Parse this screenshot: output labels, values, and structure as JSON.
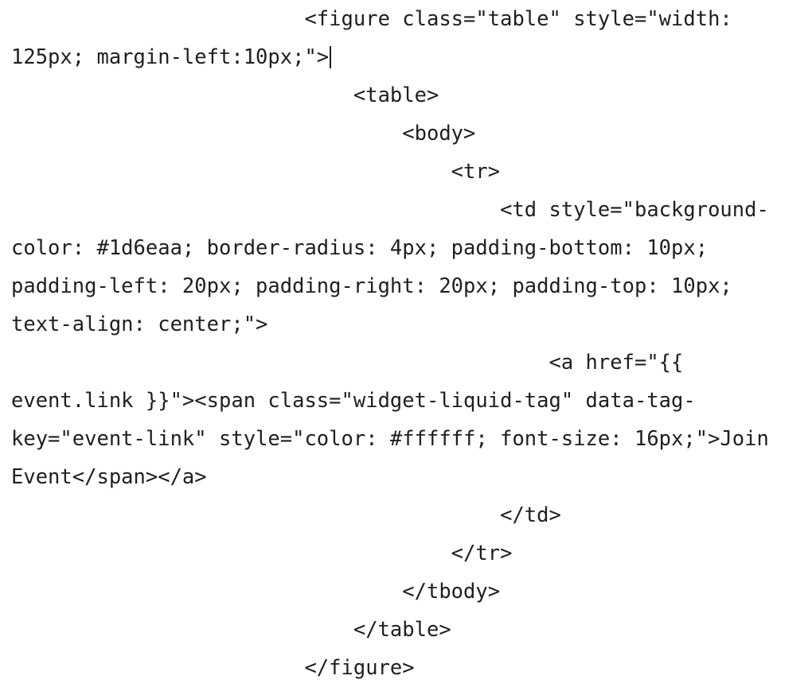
{
  "code_lines": [
    "                        <figure class=\"table\" style=\"width:",
    "125px; margin-left:10px;\">",
    "                            <table>",
    "                                <body>",
    "                                    <tr>",
    "                                        <td style=\"background-",
    "color: #1d6eaa; border-radius: 4px; padding-bottom: 10px;",
    "padding-left: 20px; padding-right: 20px; padding-top: 10px;",
    "text-align: center;\">",
    "                                            <a href=\"{{",
    "event.link }}\"><span class=\"widget-liquid-tag\" data-tag-",
    "key=\"event-link\" style=\"color: #ffffff; font-size: 16px;\">Join",
    "Event</span></a>",
    "                                        </td>",
    "                                    </tr>",
    "                                </tbody>",
    "                            </table>",
    "                        </figure>"
  ]
}
